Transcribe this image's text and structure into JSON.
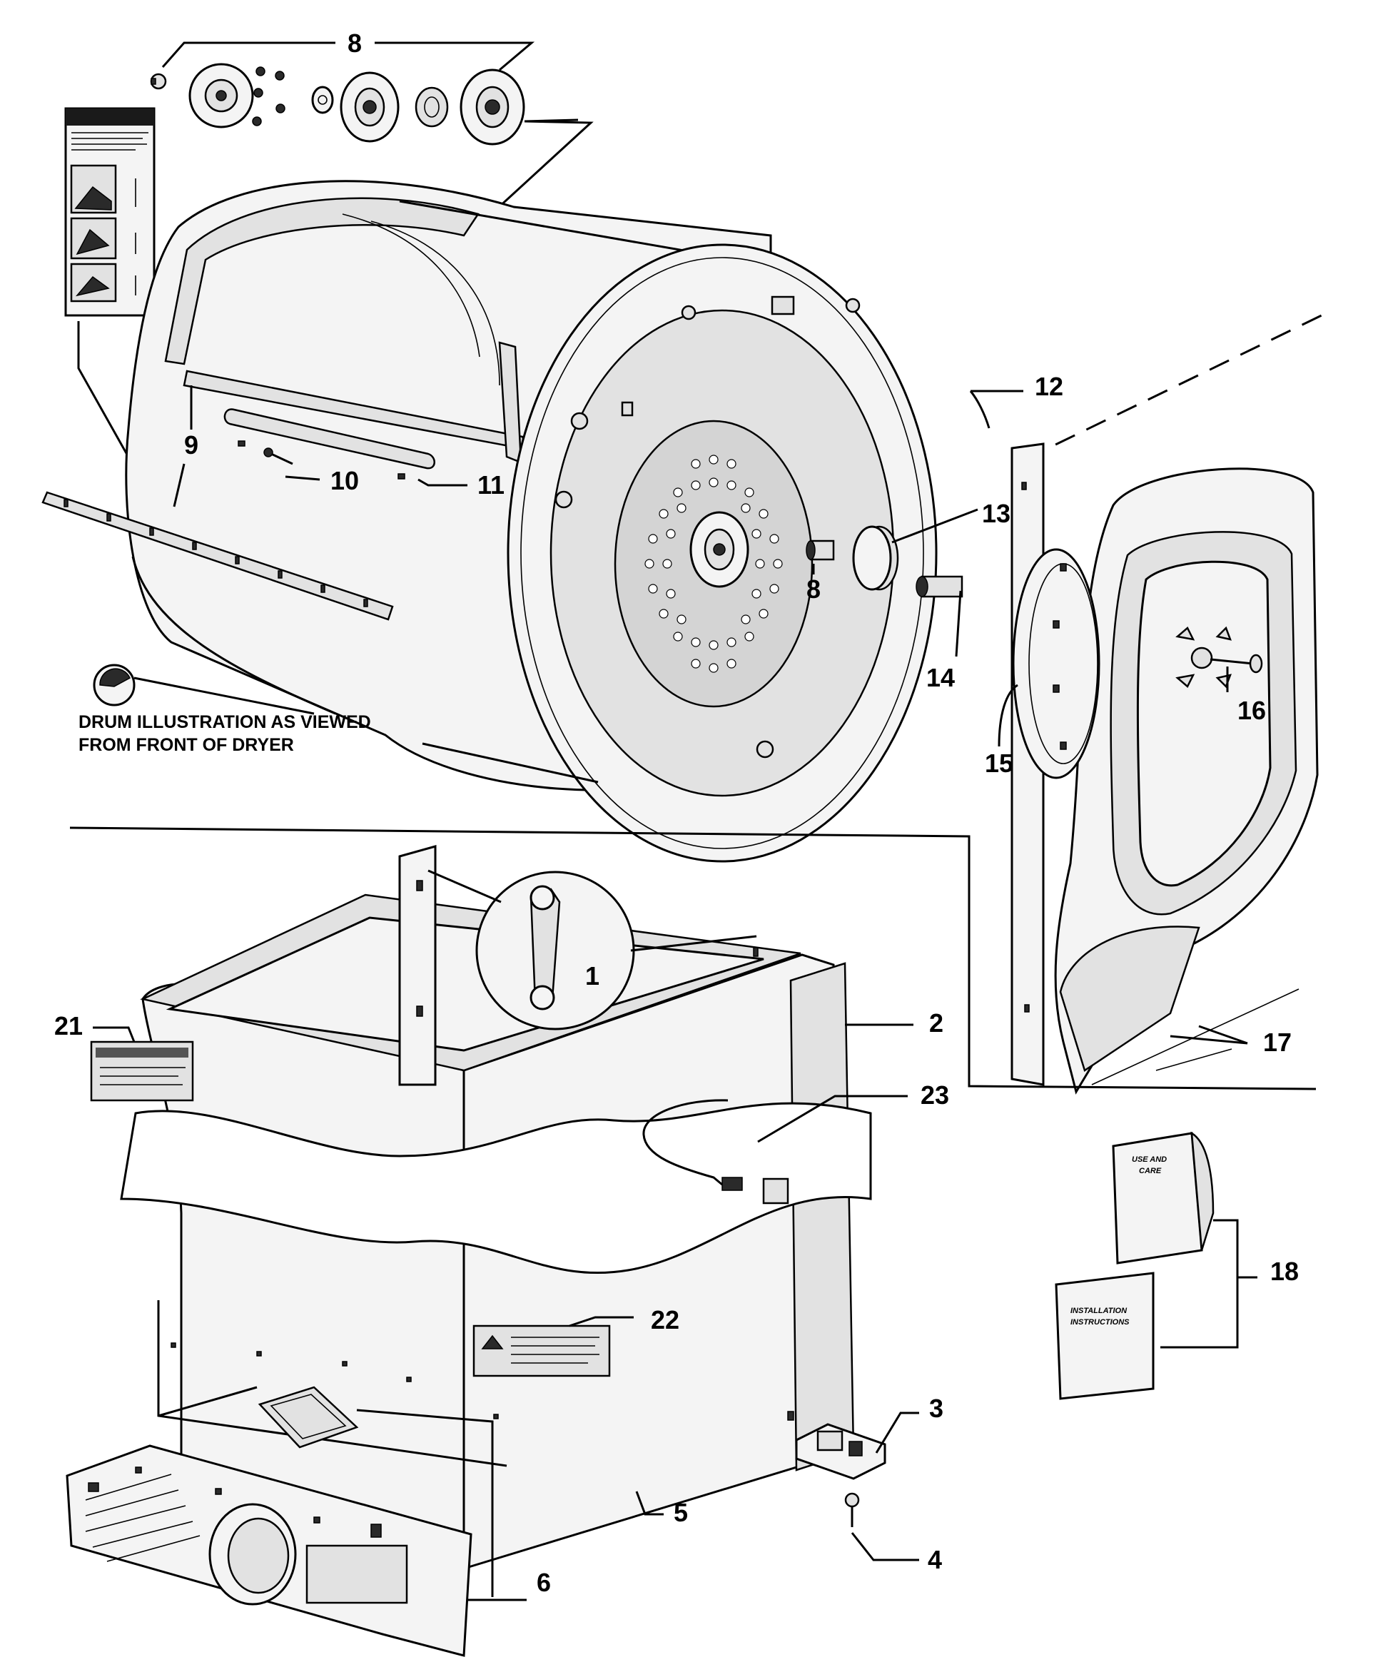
{
  "drum_note": {
    "line1": "DRUM ILLUSTRATION AS VIEWED",
    "line2": "FROM FRONT OF DRYER"
  },
  "callouts": {
    "c8_top": "8",
    "c9": "9",
    "c10": "10",
    "c11": "11",
    "c12": "12",
    "c13": "13",
    "c8_rear": "8",
    "c14": "14",
    "c15": "15",
    "c16": "16",
    "c17": "17",
    "c1": "1",
    "c2": "2",
    "c21": "21",
    "c23": "23",
    "c22": "22",
    "c3": "3",
    "c4": "4",
    "c5": "5",
    "c6": "6",
    "c18": "18"
  },
  "manuals": {
    "use_care_line1": "USE AND",
    "use_care_line2": "CARE",
    "install_line1": "INSTALLATION",
    "install_line2": "INSTRUCTIONS"
  },
  "icons": [
    "drum-orientation-icon",
    "warning-label-icon"
  ]
}
